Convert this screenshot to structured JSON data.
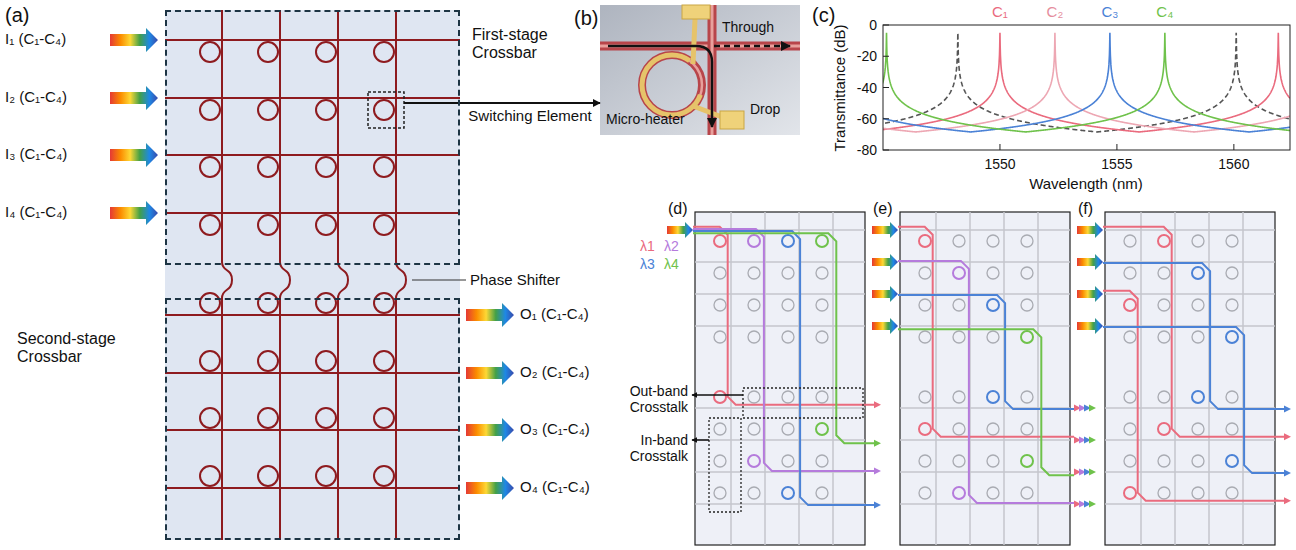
{
  "diagram": {
    "nodes": [
      {
        "text": [
          "First-stage Crossbar"
        ]
      },
      {
        "text": [
          "Second-stage Crossbar"
        ]
      },
      {
        "text": [
          "(b)",
          "Through",
          "Drop",
          "Micro-heater"
        ]
      }
    ],
    "edges": [
      {
        "from": 0,
        "to": 2,
        "arrow": "to",
        "label": "Switching Element"
      }
    ],
    "labels": [
      "(a)",
      "I₁ (C₁-C₄)",
      "I₂ (C₁-C₄)",
      "I₃ (C₁-C₄)",
      "I₄ (C₁-C₄)",
      "Phase Shifter",
      "O₁ (C₁-C₄)",
      "O₂ (C₁-C₄)",
      "O₃ (C₁-C₄)",
      "O₄ (C₁-C₄)",
      "(c)",
      "C₁",
      "C₂",
      "C₃",
      "C₄",
      "0",
      "-20",
      "-40",
      "-60",
      "-80",
      "1550",
      "1555",
      "1560",
      "Transmittance (dB)",
      "Wavelength (nm)",
      "(d)",
      "λ1",
      "λ2",
      "λ3",
      "λ4",
      "Out-band Crosstalk",
      "In-band Crosstalk",
      "(e)",
      "(f)"
    ]
  }
}
